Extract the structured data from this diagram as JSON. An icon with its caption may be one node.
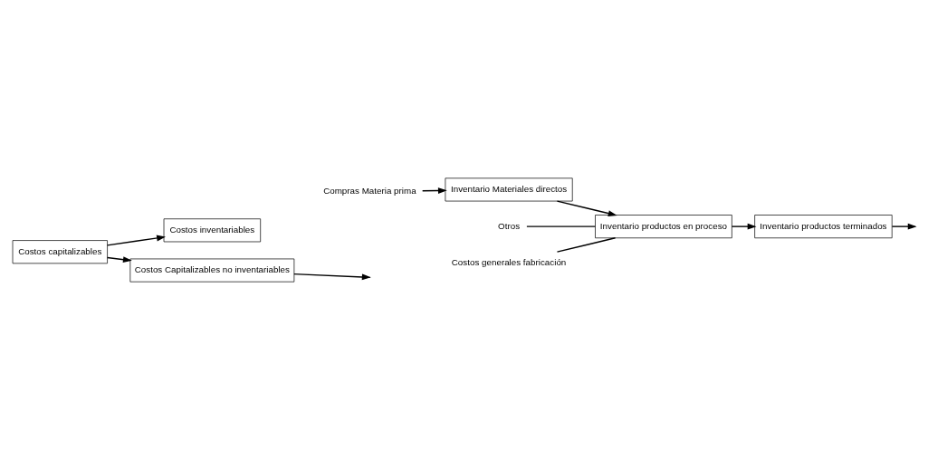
{
  "diagram": {
    "nodes": [
      {
        "text": [
          "Costos capitalizables"
        ]
      },
      {
        "text": [
          "Costos inventariables"
        ]
      },
      {
        "text": [
          "Costos Capitalizables no inventariables"
        ]
      },
      {
        "text": [
          "Compras Materia prima"
        ]
      },
      {
        "text": [
          "Inventario Materiales directos"
        ]
      },
      {
        "text": [
          "Otros"
        ]
      },
      {
        "text": [
          "Costos generales fabricación"
        ]
      },
      {
        "text": [
          "Inventario productos en proceso"
        ]
      },
      {
        "text": [
          "Inventario productos terminados"
        ]
      }
    ],
    "edges": [
      {
        "from": 0,
        "to": 1,
        "arrow": "to"
      },
      {
        "from": 0,
        "to": 2,
        "arrow": "to"
      },
      {
        "from": 3,
        "to": 4,
        "arrow": "to"
      },
      {
        "from": 4,
        "to": 7,
        "arrow": "to"
      },
      {
        "from": 5,
        "to": 7,
        "arrow": "none"
      },
      {
        "from": 6,
        "to": 7,
        "arrow": "none"
      },
      {
        "from": 7,
        "to": 8,
        "arrow": "to"
      },
      {
        "from": 8,
        "to": null,
        "arrow": "to"
      },
      {
        "from": 2,
        "to": null,
        "arrow": "to"
      }
    ]
  }
}
